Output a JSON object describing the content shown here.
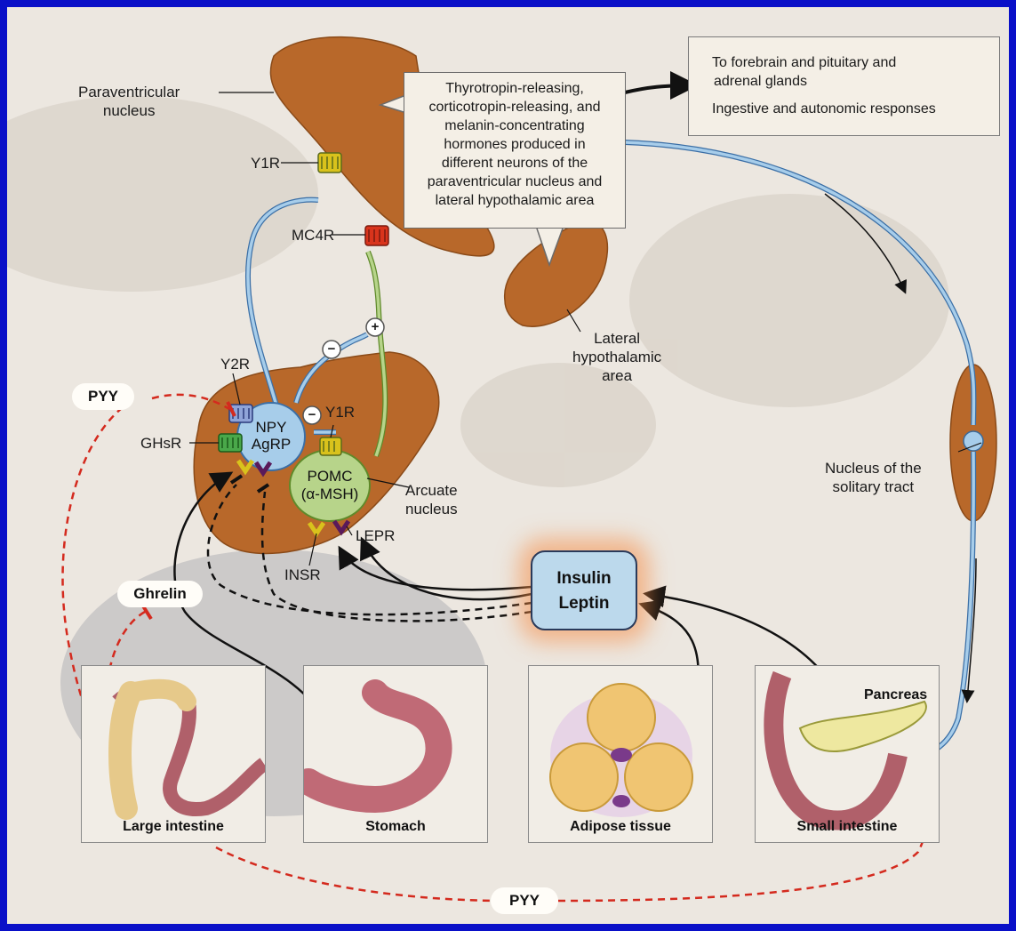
{
  "labels": {
    "paraventricular": "Paraventricular\nnucleus",
    "y1r_top": "Y1R",
    "mc4r": "MC4R",
    "y2r": "Y2R",
    "pyy_top": "PYY",
    "ghsr": "GHsR",
    "npy": "NPY",
    "agrp": "AgRP",
    "y1r_mid": "Y1R",
    "pomc": "POMC",
    "amsh": "(α-MSH)",
    "arcuate": "Arcuate\nnucleus",
    "insr": "INSR",
    "lepr": "LEPR",
    "ghrelin": "Ghrelin",
    "lateral": "Lateral\nhypothalamic\narea",
    "nts": "Nucleus of the\nsolitary tract",
    "pyy_bottom": "PYY",
    "minus1": "−",
    "minus2": "−",
    "plus": "+"
  },
  "callout": {
    "lines": [
      "Thyrotropin-releasing,",
      "corticotropin-releasing, and",
      "melanin-concentrating",
      "hormones produced in",
      "different neurons of the",
      "paraventricular nucleus and",
      "lateral hypothalamic area"
    ]
  },
  "output_box": {
    "line1": "To forebrain and pituitary and",
    "line2": "adrenal glands",
    "line3": "Ingestive and autonomic responses"
  },
  "hormones": {
    "insulin": "Insulin",
    "leptin": "Leptin"
  },
  "organs": {
    "large_intestine": "Large intestine",
    "stomach": "Stomach",
    "adipose": "Adipose tissue",
    "small_intestine": "Small intestine",
    "pancreas": "Pancreas"
  },
  "colors": {
    "nucleus_fill": "#b8682a",
    "neuron_blue": "#a7cdea",
    "neuron_green": "#b7d48a",
    "inhibition_red": "#d42a1e",
    "frame_blue": "#0a10c8"
  }
}
